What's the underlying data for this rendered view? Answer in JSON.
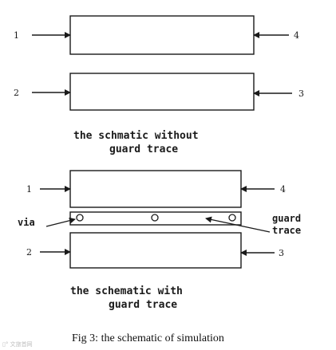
{
  "top_schematic": {
    "port_labels": [
      "1",
      "2",
      "3",
      "4"
    ],
    "caption_lines": [
      "the schmatic without",
      "guard trace"
    ]
  },
  "bottom_schematic": {
    "port_labels": [
      "1",
      "2",
      "3",
      "4"
    ],
    "via_label": "via",
    "guard_label_lines": [
      "guard",
      "trace"
    ],
    "caption_lines": [
      "the schematic with",
      "guard trace"
    ]
  },
  "figure_caption": "Fig 3: the schematic of simulation",
  "watermark_text": "▯° 文旅首网",
  "colors": {
    "ink": "#1a1a1a",
    "background": "#ffffff"
  }
}
